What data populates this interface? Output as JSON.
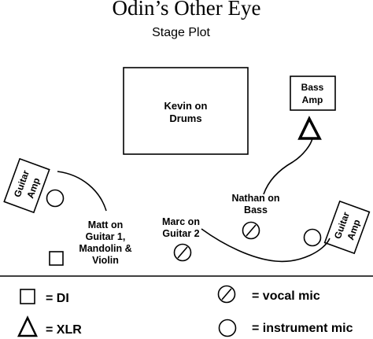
{
  "title": "Odin’s Other Eye",
  "subtitle": "Stage Plot",
  "stage": {
    "drums_line1": "Kevin on",
    "drums_line2": "Drums",
    "bass_amp_line1": "Bass",
    "bass_amp_line2": "Amp",
    "guitar_amp_left_line1": "Guitar",
    "guitar_amp_left_line2": "Amp",
    "guitar_amp_right_line1": "Guitar",
    "guitar_amp_right_line2": "Amp",
    "nathan_line1": "Nathan on",
    "nathan_line2": "Bass",
    "marc_line1": "Marc on",
    "marc_line2": "Guitar 2",
    "matt_line1": "Matt on",
    "matt_line2": "Guitar 1,",
    "matt_line3": "Mandolin &",
    "matt_line4": "Violin"
  },
  "legend": {
    "di_label": "= DI",
    "xlr_label": "= XLR",
    "vocal_label": "= vocal mic",
    "instrument_label": "= instrument mic"
  }
}
